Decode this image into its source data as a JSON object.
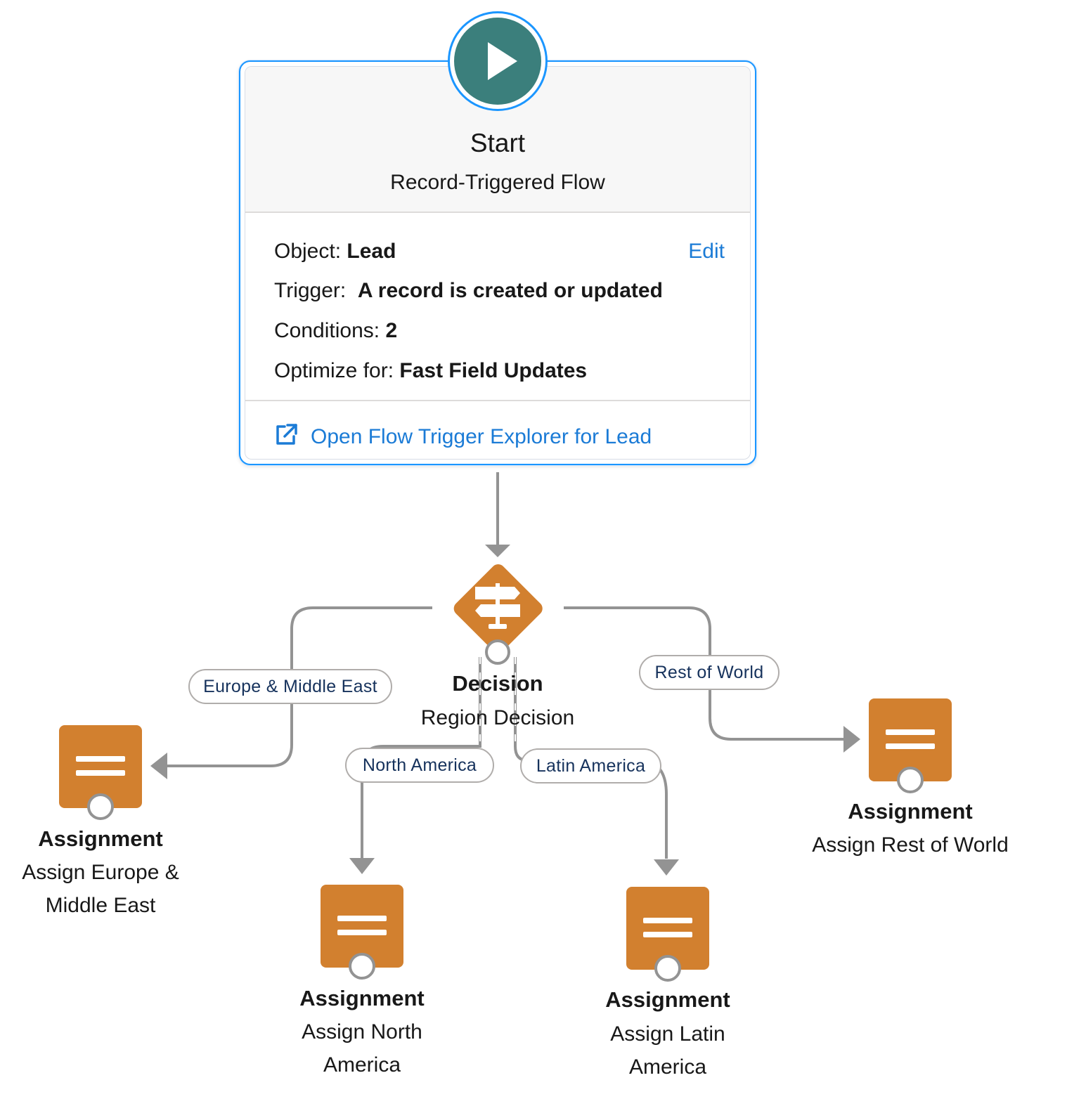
{
  "start": {
    "title": "Start",
    "subtitle": "Record-Triggered Flow",
    "object_label": "Object:",
    "object_value": "Lead",
    "edit_label": "Edit",
    "trigger_label": "Trigger:",
    "trigger_value": "A record is created or updated",
    "conditions_label": "Conditions:",
    "conditions_value": "2",
    "optimize_label": "Optimize for:",
    "optimize_value": "Fast Field Updates",
    "explorer_link": "Open Flow Trigger Explorer for Lead"
  },
  "decision": {
    "type": "Decision",
    "name": "Region Decision",
    "outcomes": [
      "Europe & Middle East",
      "North America",
      "Latin America",
      "Rest of World"
    ]
  },
  "assignments": [
    {
      "type": "Assignment",
      "name_line1": "Assign Europe &",
      "name_line2": "Middle East"
    },
    {
      "type": "Assignment",
      "name_line1": "Assign North",
      "name_line2": "America"
    },
    {
      "type": "Assignment",
      "name_line1": "Assign Latin",
      "name_line2": "America"
    },
    {
      "type": "Assignment",
      "name_line1": "Assign Rest of World",
      "name_line2": ""
    }
  ],
  "colors": {
    "accent_blue": "#1b96ff",
    "start_teal": "#3b7f7c",
    "element_orange": "#d2802f",
    "connector_gray": "#939393",
    "link_blue": "#1b7bd6"
  }
}
